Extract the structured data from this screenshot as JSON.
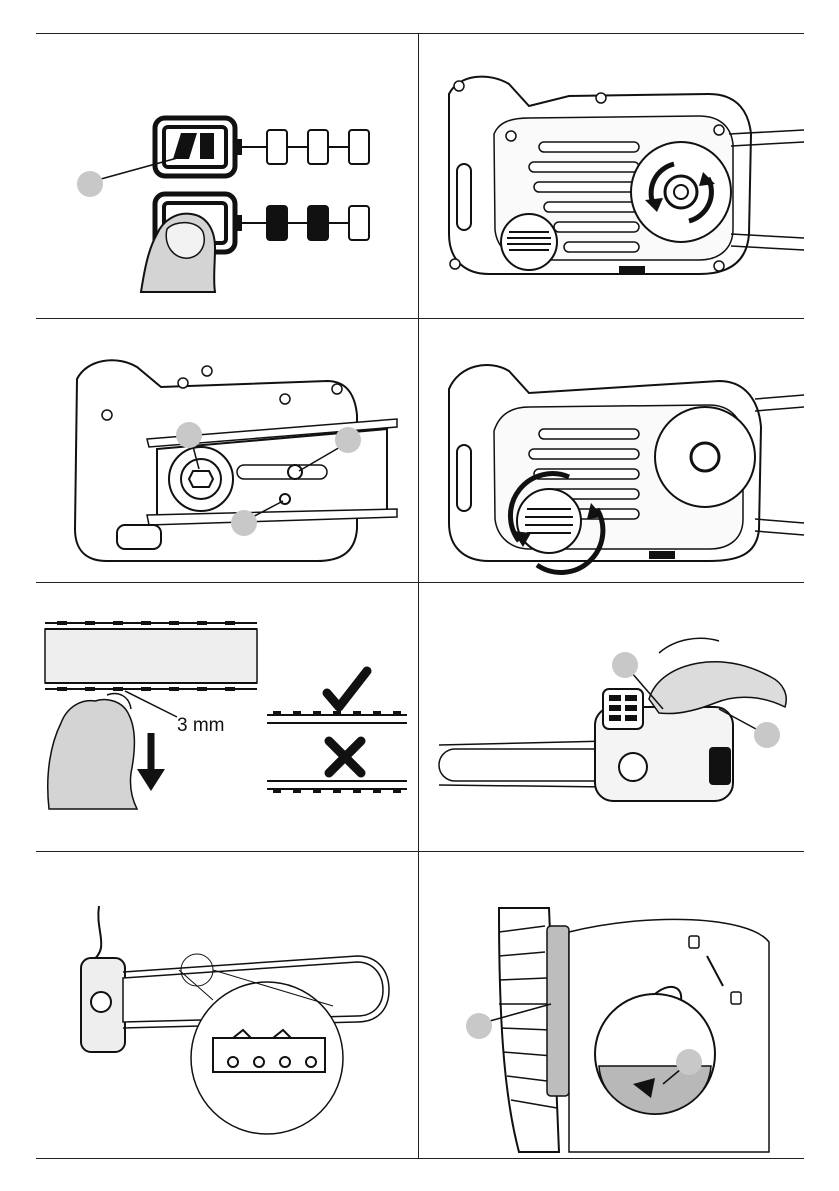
{
  "document": {
    "type": "instruction-figure-page",
    "panels": [
      {
        "id": "battery-fuel-gauge",
        "callouts": 1
      },
      {
        "id": "chain-tension-knob-rotate",
        "callouts": 0
      },
      {
        "id": "chain-bar-mounting",
        "callouts": 3
      },
      {
        "id": "sprocket-cover-knob-rotate",
        "callouts": 0
      },
      {
        "id": "chain-tension-check",
        "callouts": 0,
        "measurement_label": "3 mm"
      },
      {
        "id": "saw-handling",
        "callouts": 2
      },
      {
        "id": "chain-direction-detail",
        "callouts": 0
      },
      {
        "id": "oil-reservoir-cap",
        "callouts": 2
      }
    ],
    "check_symbol": "correct-check-icon",
    "cross_symbol": "incorrect-cross-icon"
  },
  "colors": {
    "line": "#222222",
    "callout_fill": "#c8c8c8",
    "fill_light": "#eeeeee",
    "fill_dark": "#1a1a1a",
    "glove": "#d4d4d4"
  }
}
